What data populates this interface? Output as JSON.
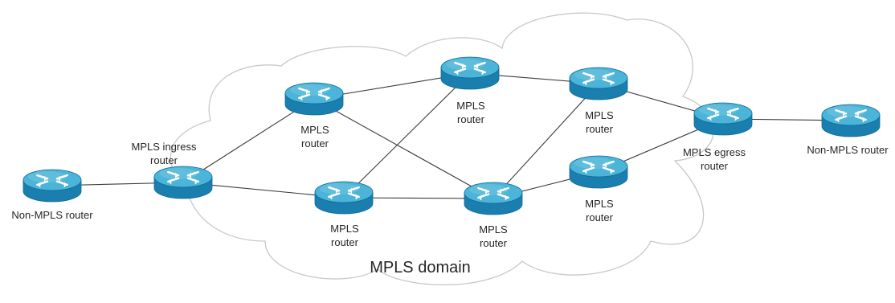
{
  "diagram": {
    "domain_label": "MPLS domain",
    "colors": {
      "router_top": "#4bb4d8",
      "router_side": "#1a7fae",
      "router_edge": "#0f6b96",
      "link": "#3a3a3a",
      "cloud_fill": "#ffffff",
      "cloud_stroke": "#c8c8c8"
    },
    "routers": [
      {
        "id": "r_nonmpls_left",
        "label": [
          "Non-MPLS router"
        ]
      },
      {
        "id": "r_ingress",
        "label": [
          "MPLS ingress",
          "router"
        ]
      },
      {
        "id": "r_top_left",
        "label": [
          "MPLS",
          "router"
        ]
      },
      {
        "id": "r_bottom_left",
        "label": [
          "MPLS",
          "router"
        ]
      },
      {
        "id": "r_top_mid",
        "label": [
          "MPLS",
          "router"
        ]
      },
      {
        "id": "r_bottom_mid",
        "label": [
          "MPLS",
          "router"
        ]
      },
      {
        "id": "r_upper_right",
        "label": [
          "MPLS",
          "router"
        ]
      },
      {
        "id": "r_lower_right",
        "label": [
          "MPLS",
          "router"
        ]
      },
      {
        "id": "r_egress",
        "label": [
          "MPLS egress",
          "router"
        ]
      },
      {
        "id": "r_nonmpls_right",
        "label": [
          "Non-MPLS router"
        ]
      }
    ],
    "links": [
      [
        "r_nonmpls_left",
        "r_ingress"
      ],
      [
        "r_ingress",
        "r_top_left"
      ],
      [
        "r_ingress",
        "r_bottom_left"
      ],
      [
        "r_top_left",
        "r_top_mid"
      ],
      [
        "r_top_left",
        "r_bottom_mid"
      ],
      [
        "r_bottom_left",
        "r_top_mid"
      ],
      [
        "r_bottom_left",
        "r_bottom_mid"
      ],
      [
        "r_top_mid",
        "r_upper_right"
      ],
      [
        "r_bottom_mid",
        "r_upper_right"
      ],
      [
        "r_bottom_mid",
        "r_lower_right"
      ],
      [
        "r_upper_right",
        "r_egress"
      ],
      [
        "r_lower_right",
        "r_egress"
      ],
      [
        "r_egress",
        "r_nonmpls_right"
      ]
    ]
  }
}
